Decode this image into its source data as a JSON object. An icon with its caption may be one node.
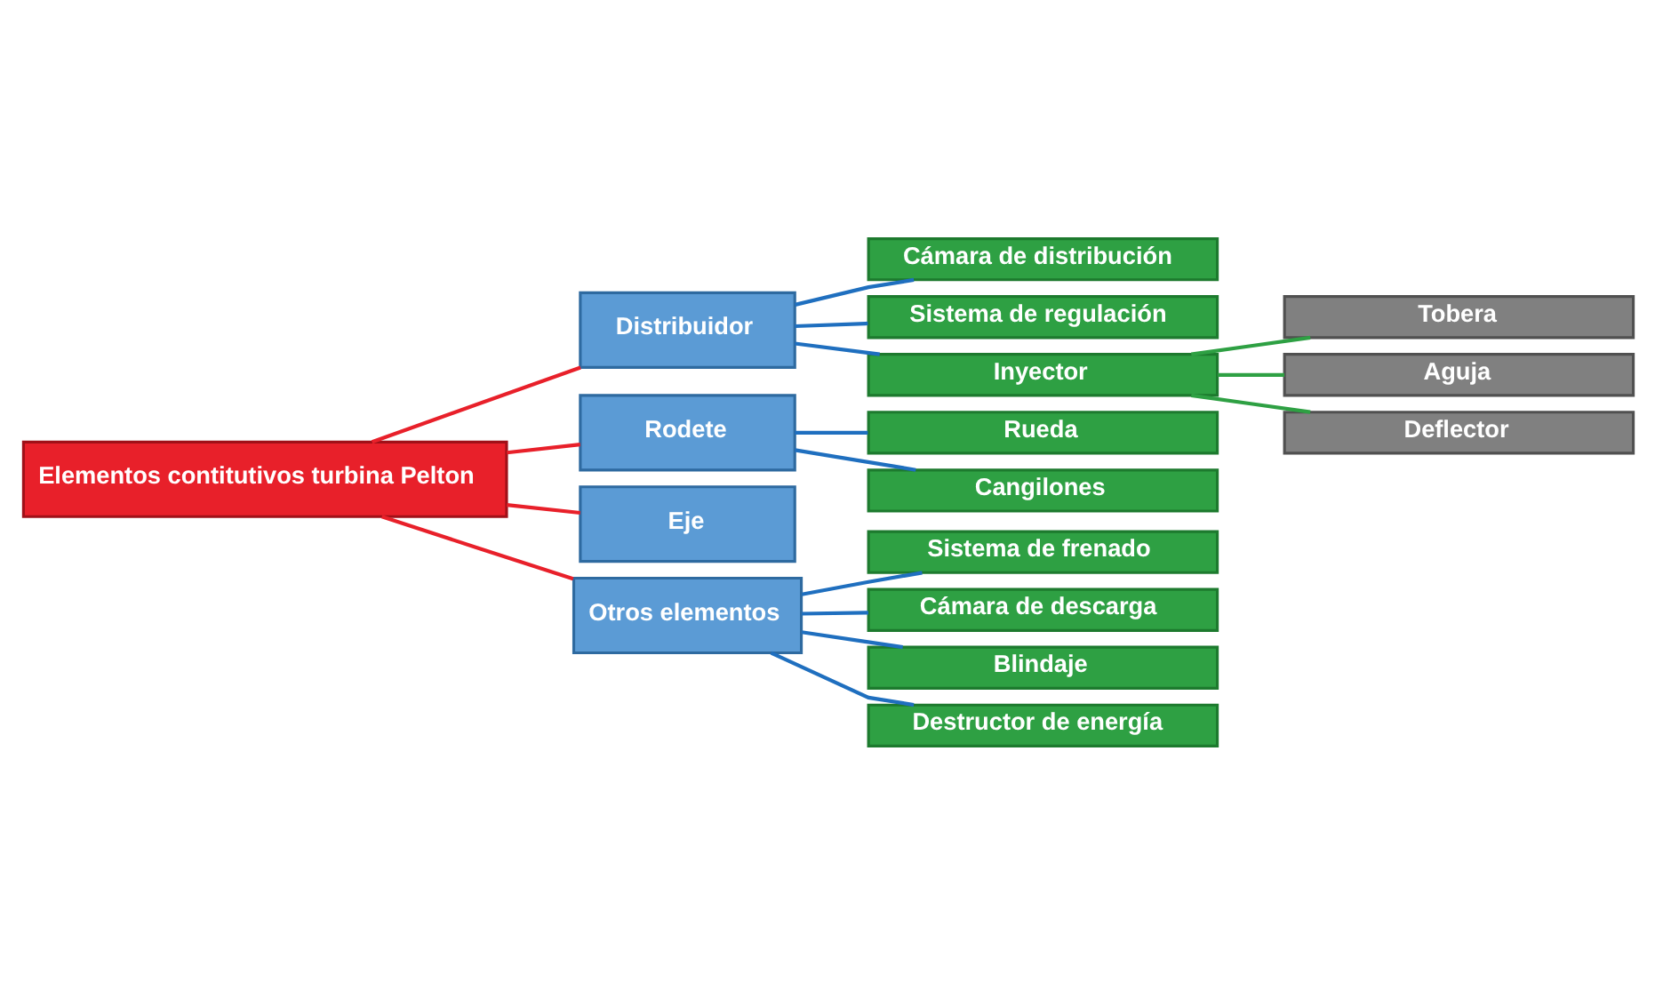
{
  "diagram": {
    "nodes": [
      {
        "text": [
          "Elementos contitutivos turbina Pelton"
        ]
      },
      {
        "text": [
          "Distribuidor"
        ]
      },
      {
        "text": [
          "Cámara de distribución"
        ]
      },
      {
        "text": [
          "Sistema de regulación"
        ]
      },
      {
        "text": [
          "Inyector"
        ]
      },
      {
        "text": [
          "Tobera"
        ]
      },
      {
        "text": [
          "Aguja"
        ]
      },
      {
        "text": [
          "Deflector"
        ]
      },
      {
        "text": [
          "Rodete"
        ]
      },
      {
        "text": [
          "Rueda"
        ]
      },
      {
        "text": [
          "Cangilones"
        ]
      },
      {
        "text": [
          "Eje"
        ]
      },
      {
        "text": [
          "Otros elementos"
        ]
      },
      {
        "text": [
          "Sistema de frenado"
        ]
      },
      {
        "text": [
          "Cámara de descarga"
        ]
      },
      {
        "text": [
          "Blindaje"
        ]
      },
      {
        "text": [
          "Destructor de energía"
        ]
      }
    ],
    "edges": [
      {
        "from": 0,
        "to": 1,
        "arrow": "none",
        "color": "#e8202a"
      },
      {
        "from": 0,
        "to": 8,
        "arrow": "none",
        "color": "#e8202a"
      },
      {
        "from": 0,
        "to": 11,
        "arrow": "none",
        "color": "#e8202a"
      },
      {
        "from": 0,
        "to": 12,
        "arrow": "none",
        "color": "#e8202a"
      },
      {
        "from": 1,
        "to": 2,
        "arrow": "none"
      },
      {
        "from": 1,
        "to": 3,
        "arrow": "none"
      },
      {
        "from": 1,
        "to": 4,
        "arrow": "none"
      },
      {
        "from": 4,
        "to": 5,
        "arrow": "none",
        "color": "#2ea043"
      },
      {
        "from": 4,
        "to": 6,
        "arrow": "none",
        "color": "#2ea043"
      },
      {
        "from": 4,
        "to": 7,
        "arrow": "none",
        "color": "#2ea043"
      },
      {
        "from": 8,
        "to": 9,
        "arrow": "none"
      },
      {
        "from": 8,
        "to": 10,
        "arrow": "none"
      },
      {
        "from": 12,
        "to": 13,
        "arrow": "none"
      },
      {
        "from": 12,
        "to": 14,
        "arrow": "none"
      },
      {
        "from": 12,
        "to": 15,
        "arrow": "none"
      },
      {
        "from": 12,
        "to": 16,
        "arrow": "none"
      }
    ]
  }
}
